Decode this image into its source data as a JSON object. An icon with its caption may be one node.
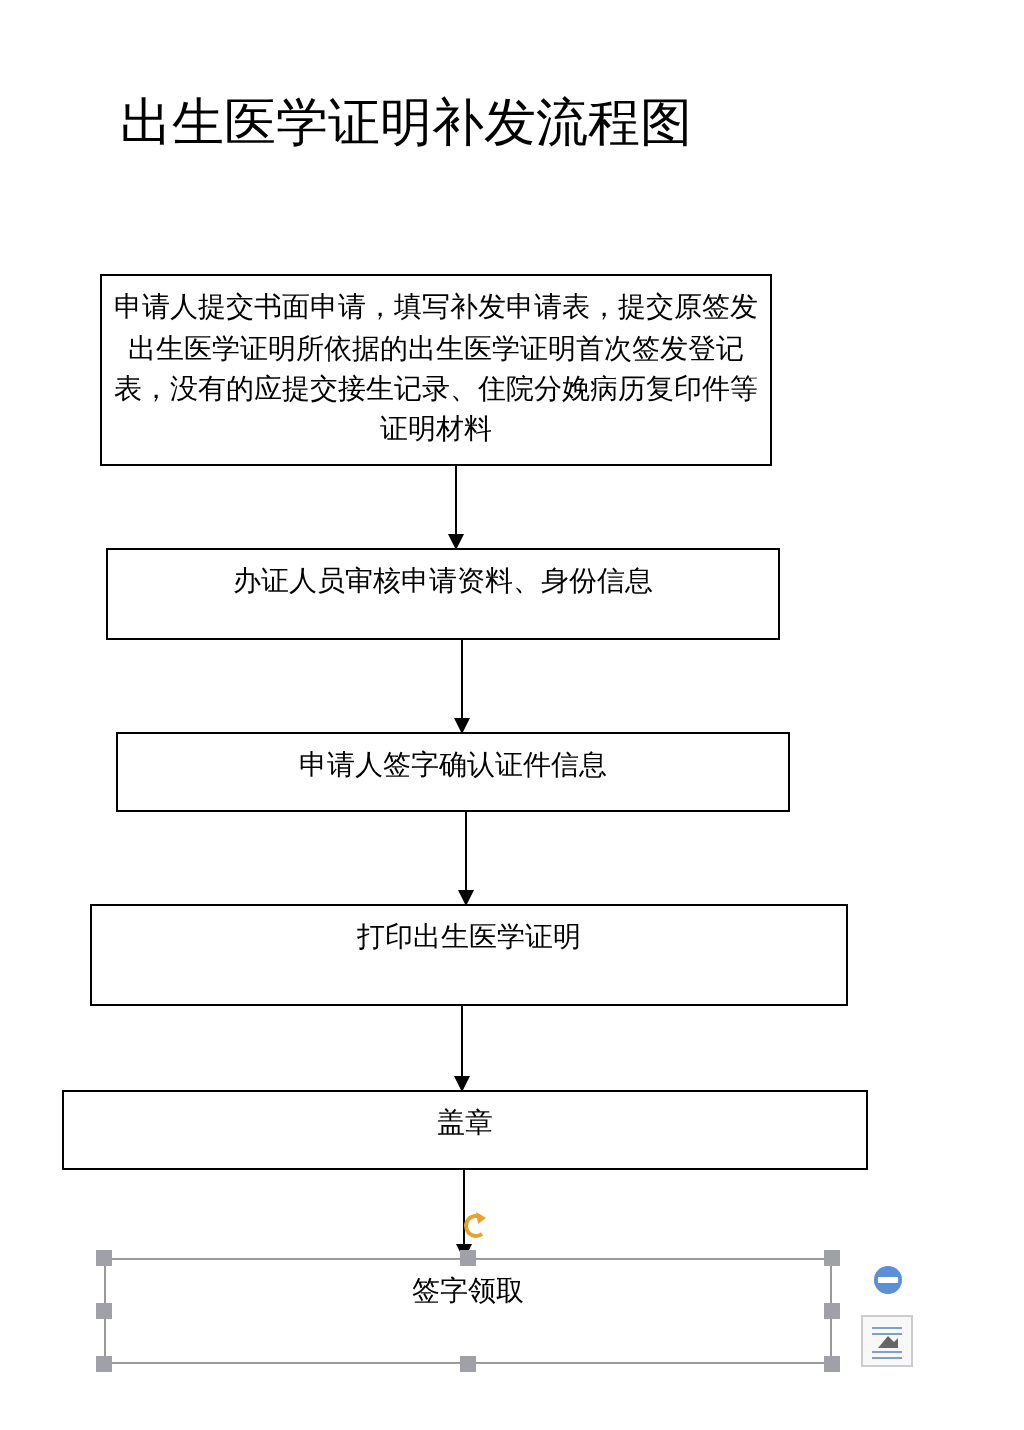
{
  "diagram": {
    "title": "出生医学证明补发流程图",
    "nodes": [
      {
        "text": [
          "申请人提交书面申请，填写补发申请表，提交原签发出生医学证明所依据的出生医学证明首次签发登记表，没有的应提交接生记录、住院分娩病历复印件等证明材料"
        ]
      },
      {
        "text": [
          "办证人员审核申请资料、身份信息"
        ]
      },
      {
        "text": [
          "申请人签字确认证件信息"
        ]
      },
      {
        "text": [
          "打印出生医学证明"
        ]
      },
      {
        "text": [
          "盖章"
        ]
      },
      {
        "text": [
          "签字领取"
        ]
      }
    ],
    "edges": [
      {
        "from": 0,
        "to": 1,
        "arrow": "to"
      },
      {
        "from": 1,
        "to": 2,
        "arrow": "to"
      },
      {
        "from": 2,
        "to": 3,
        "arrow": "to"
      },
      {
        "from": 3,
        "to": 4,
        "arrow": "to"
      },
      {
        "from": 4,
        "to": 5,
        "arrow": "to"
      }
    ]
  }
}
